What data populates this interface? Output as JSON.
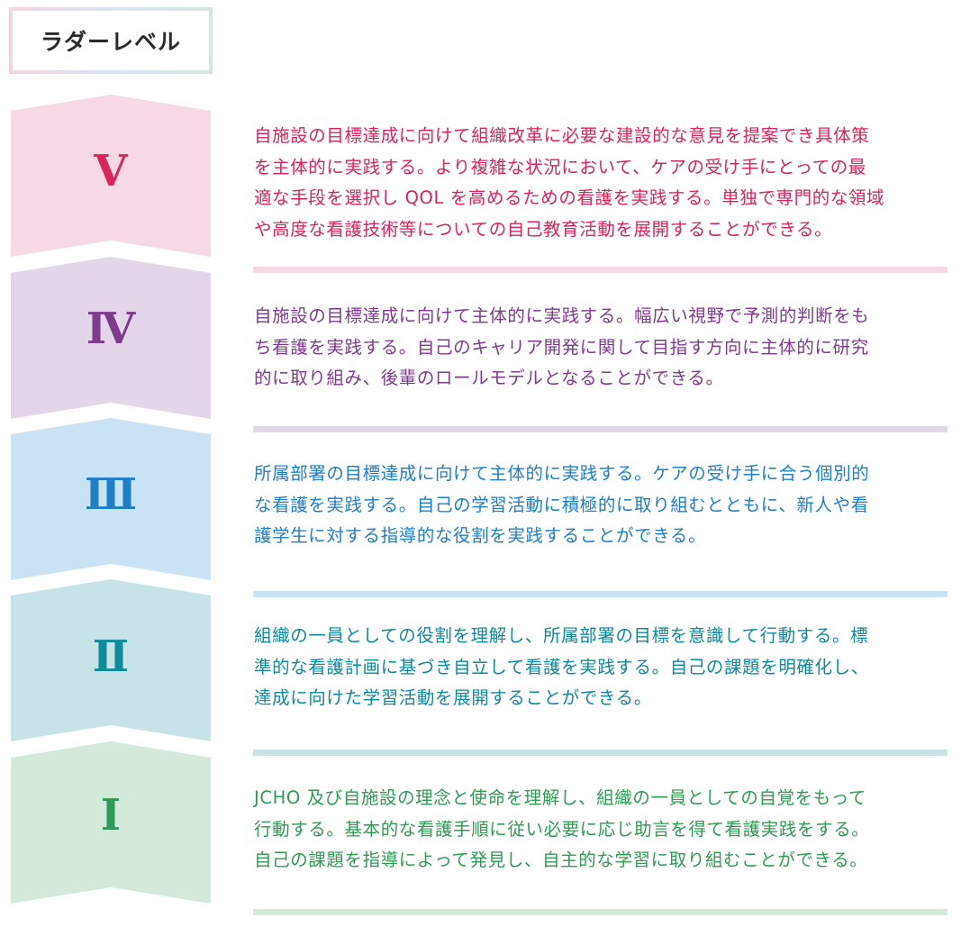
{
  "header": {
    "title": "ラダーレベル"
  },
  "levels": [
    {
      "numeral": "Ⅴ",
      "color": "#d9245e",
      "bg": "#f6d9e4",
      "rule": "#f6d9e4",
      "lines": [
        "自施設の目標達成に向けて組織改革に必要な建設的な意見を提案でき具体策",
        "を主体的に実践する。より複雑な状況において、ケアの受け手にとっての最",
        "適な手段を選択し QOL を高めるための看護を実践する。単独で専門的な領域",
        "や高度な看護技術等についての自己教育活動を展開することができる。"
      ]
    },
    {
      "numeral": "Ⅳ",
      "color": "#7e3a8c",
      "bg": "#e3d6e8",
      "rule": "#e3d6e8",
      "lines": [
        "自施設の目標達成に向けて主体的に実践する。幅広い視野で予測的判断をも",
        "ち看護を実践する。自己のキャリア開発に関して目指す方向に主体的に研究",
        "的に取り組み、後輩のロールモデルとなることができる。"
      ]
    },
    {
      "numeral": "Ⅲ",
      "color": "#1f7fc6",
      "bg": "#c9e3f4",
      "rule": "#c9e3f4",
      "lines": [
        "所属部署の目標達成に向けて主体的に実践する。ケアの受け手に合う個別的",
        "な看護を実践する。自己の学習活動に積極的に取り組むとともに、新人や看",
        "護学生に対する指導的な役割を実践することができる。"
      ]
    },
    {
      "numeral": "Ⅱ",
      "color": "#0e8a9a",
      "bg": "#c8e3e8",
      "rule": "#c8e3e8",
      "lines": [
        "組織の一員としての役割を理解し、所属部署の目標を意識して行動する。標",
        "準的な看護計画に基づき自立して看護を実践する。自己の課題を明確化し、",
        "達成に向けた学習活動を展開することができる。"
      ]
    },
    {
      "numeral": "Ⅰ",
      "color": "#2f9a56",
      "bg": "#d3e9d9",
      "rule": "#d3e9d9",
      "lines": [
        "JCHO 及び自施設の理念と使命を理解し、組織の一員としての自覚をもって",
        "行動する。基本的な看護手順に従い必要に応じ助言を得て看護実践をする。",
        "自己の課題を指導によって発見し、自主的な学習に取り組むことができる。"
      ]
    }
  ]
}
